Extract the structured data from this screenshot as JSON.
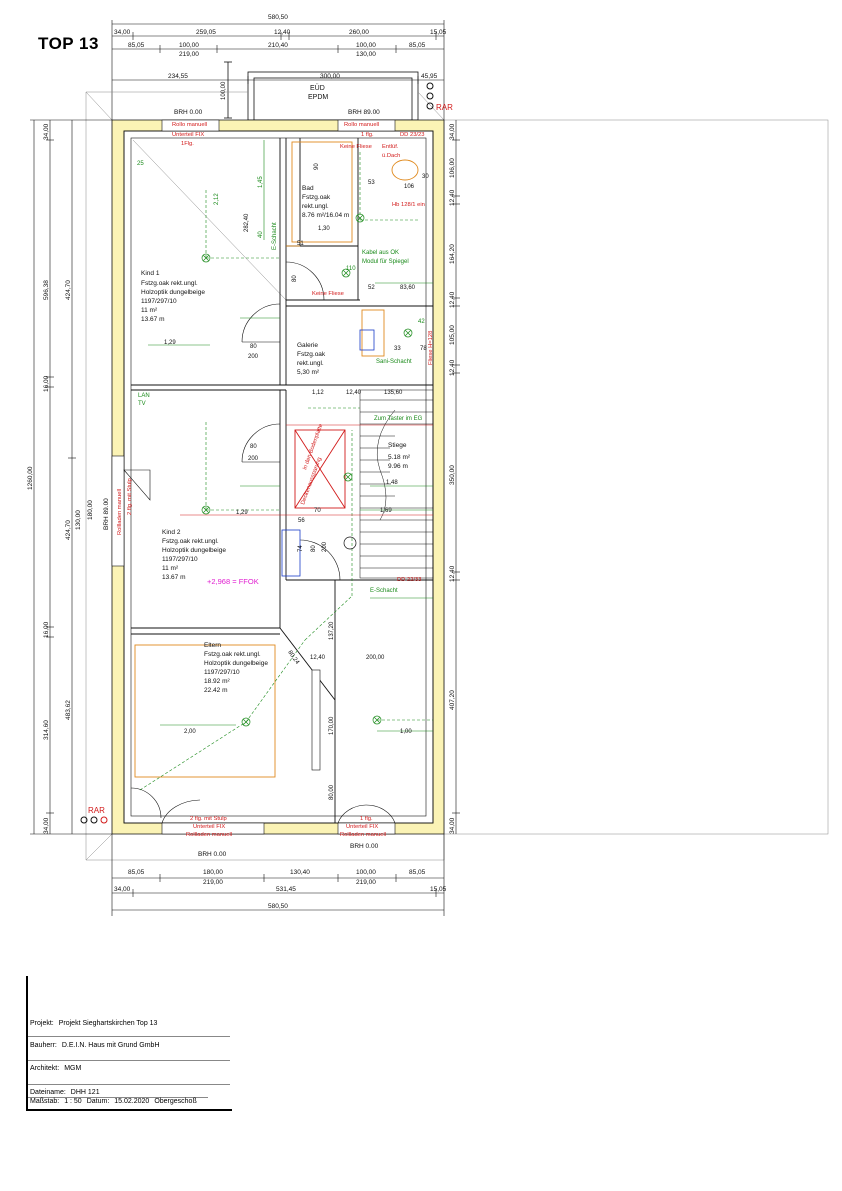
{
  "page_title": "TOP 13",
  "colors": {
    "wall_fill": "#fbf3b5",
    "wall_line": "#111111",
    "dim": "#111111",
    "red": "#d21b1b",
    "green": "#1a8a1a",
    "blue": "#1a3cc8",
    "orange": "#e08a1e",
    "magenta": "#e01ed0"
  },
  "dims_top": {
    "overall": "580,50",
    "row1": [
      "34,00",
      "259,05",
      "12,40",
      "260,00",
      "15,05"
    ],
    "row2": [
      "85,05",
      "100,00",
      "210,40",
      "100,00",
      "85,05"
    ],
    "row2_sub": [
      "219,00",
      "130,00"
    ],
    "row3": [
      "234,55",
      "300,00",
      "45,95"
    ]
  },
  "dims_bottom": {
    "row1": [
      "85,05",
      "180,00",
      "130,40",
      "100,00",
      "85,05"
    ],
    "row1_sub": [
      "219,00",
      "219,00"
    ],
    "row2": [
      "34,00",
      "531,45",
      "15,05"
    ],
    "overall": "580,50"
  },
  "dims_left": {
    "outer": "1260,00",
    "col2": [
      "424,70",
      "424,70"
    ],
    "col3": [
      "34,00",
      "596,38",
      "16,00",
      "180,00",
      "130,00",
      "483,62",
      "16,00",
      "314,60",
      "34,00"
    ]
  },
  "dims_right": [
    "34,00",
    "106,00",
    "12,40",
    "164,20",
    "12,40",
    "105,00",
    "12,40",
    "350,00",
    "12,40",
    "407,20",
    "34,00"
  ],
  "labels": {
    "euo": "EÜD",
    "epdm": "EPDM",
    "dim_100": "100,00",
    "brh_000_top": "BRH 0.00",
    "brh_8900": "BRH 89.00",
    "brh_000_bottom": "BRH 0.00",
    "brh_000_bottom_right": "BRH 0.00",
    "brh_8900_left": "BRH 89.00",
    "rar_top": "RAR",
    "rar_bottom": "RAR",
    "ffok": "+2,968 = FFOK"
  },
  "rooms": {
    "kind1": [
      "Kind 1",
      "Fstzg.oak rekt.ungl.",
      "Holzoptik dungelbeige",
      "1197/297/10",
      "11 m²",
      "13.67 m"
    ],
    "kind2": [
      "Kind 2",
      "Fstzg.oak rekt.ungl.",
      "Holzoptik dungelbeige",
      "1197/297/10",
      "11 m²",
      "13.67 m"
    ],
    "bad": [
      "Bad",
      "Fstzg.oak",
      "rekt.ungl.",
      "8.76 m²/16.04 m"
    ],
    "galerie": [
      "Galerie",
      "Fstzg.oak",
      "rekt.ungl.",
      "5,30 m²"
    ],
    "stiege": [
      "Stiege",
      "5.18 m²",
      "9.96 m"
    ],
    "eltern": [
      "Eltern",
      "Fstzg.oak rekt.ungl.",
      "Holzoptik dungelbeige",
      "1197/297/10",
      "18.92 m²",
      "22.42 m"
    ]
  },
  "red_notes": {
    "rollo_manuell_1": "Rollo manuell",
    "untertei_fix_1": "Unterteil FIX",
    "n1flg_1": "1Flg.",
    "rollo_manuell_2": "Rollo manuell",
    "n1flg_2": "1 flg.",
    "dd23_23": "DD 23/23",
    "keine_fliese_bad": "Keine Fliese",
    "entluf": "Entlüf.",
    "ue_dach": "ü.Dach",
    "keine_fliese_gal": "Keine Fliese",
    "hbk": "Hb 128/1 ein",
    "stirnwand": "in den Bodenplatte",
    "deckenausp": "Deckenaussparung",
    "rollladen_manuell_left": "Rollladen manuell",
    "n2flg_stulp": "2 flg. mit Stulp",
    "dd22_33": "DD 22/33",
    "n2flg_mit_stulp_bot": "2 flg. mit Stulp",
    "untertei_fix_bot_l": "Unterteil FIX",
    "rollladen_manuell_bot_l": "Rollladen manuell",
    "n1flg_bot": "1 flg.",
    "untertei_fix_bot_r": "Unterteil FIX",
    "rollladen_manuell_bot_r": "Rollladen manuell",
    "fliese_h128": "Fliese H=128"
  },
  "green_notes": {
    "e_schacht_1": "E-Schacht",
    "kabel_aus_ok": "Kabel aus OK",
    "modul_fuer_spiegel": "Modul für Spiegel",
    "sani_schacht": "Sani-Schacht",
    "zum_taster": "Zum Taster im EG",
    "e_schacht_2": "E-Schacht",
    "lan": "LAN",
    "tv": "TV"
  },
  "inner_dims": [
    "282,40",
    "1,12",
    "12,40",
    "135,60",
    "1,48",
    "1,69",
    "70",
    "200",
    "80",
    "200",
    "80",
    "200",
    "80",
    "56",
    "74",
    "80",
    "52",
    "83,60",
    "51",
    "1,30",
    "33",
    "78",
    "200,00",
    "12,40",
    "137,20",
    "170,00",
    "80,00",
    "2,00",
    "1,00",
    "80,24",
    "90",
    "53",
    "30",
    "106",
    "1,29",
    "1,29",
    "2,12",
    "1,45",
    "40",
    "25",
    "42",
    "110"
  ],
  "title_block": {
    "projekt_key": "Projekt:",
    "projekt_val": "Projekt Sieghartskirchen Top 13",
    "bauherr_key": "Bauherr:",
    "bauherr_val": "D.E.I.N. Haus mit Grund GmbH",
    "architekt_key": "Architekt:",
    "architekt_val": "MGM",
    "dateiname_key": "Dateiname:",
    "dateiname_val": "DHH 121",
    "massstab_key": "Maßstab:",
    "massstab_val": "1 : 50",
    "datum_key": "Datum:",
    "datum_val": "15.02.2020",
    "geschoss_val": "Obergeschoß"
  }
}
